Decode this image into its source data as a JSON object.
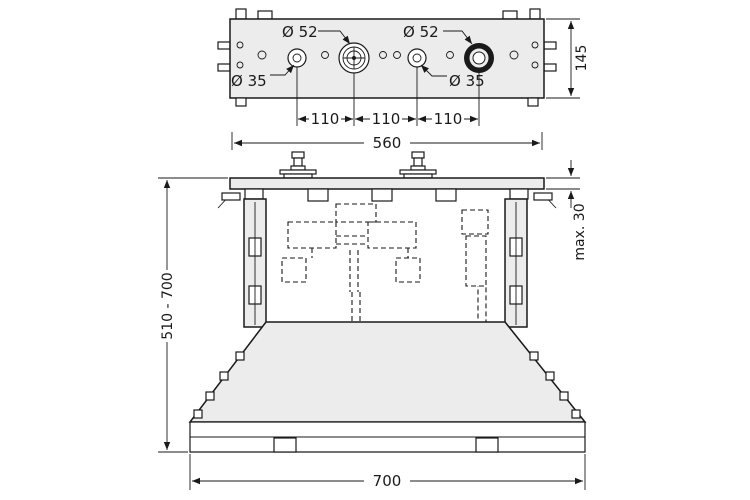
{
  "diagram": {
    "labels": {
      "d52_left": "Ø 52",
      "d52_right": "Ø 52",
      "d35_left": "Ø 35",
      "d35_right": "Ø 35",
      "height_145": "145",
      "spacing_1": "110",
      "spacing_2": "110",
      "spacing_3": "110",
      "width_560": "560",
      "max_30": "max. 30",
      "height_range": "510 - 700",
      "width_700": "700"
    }
  }
}
